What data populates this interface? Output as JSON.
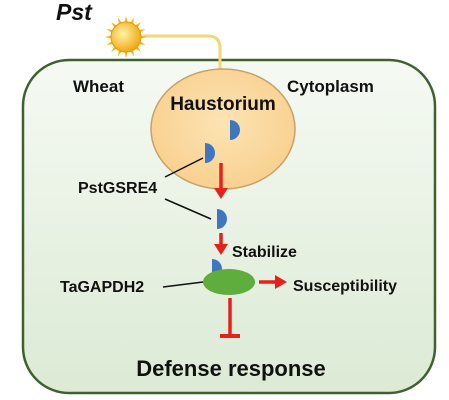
{
  "pathogen": {
    "label": "Pst"
  },
  "cell": {
    "host_label": "Wheat",
    "compartment_label": "Cytoplasm"
  },
  "haustorium": {
    "label": "Haustorium"
  },
  "effector": {
    "label": "PstGSRE4"
  },
  "target": {
    "label": "TaGAPDH2"
  },
  "interactions": {
    "stabilize_label": "Stabilize",
    "promotes_label": "Susceptibility",
    "inhibits_label": "Defense response"
  },
  "colors": {
    "cell_fill": "#eaf3e6",
    "cell_border": "#3f6130",
    "haustorium_fill": "#fbd79b",
    "haustorium_border": "#c8a06a",
    "effector": "#3f77bf",
    "target": "#5fad3c",
    "arrow": "#e8201a",
    "sun": "#f5b414",
    "hypha": "#f2d678",
    "leader_line": "#111111"
  }
}
